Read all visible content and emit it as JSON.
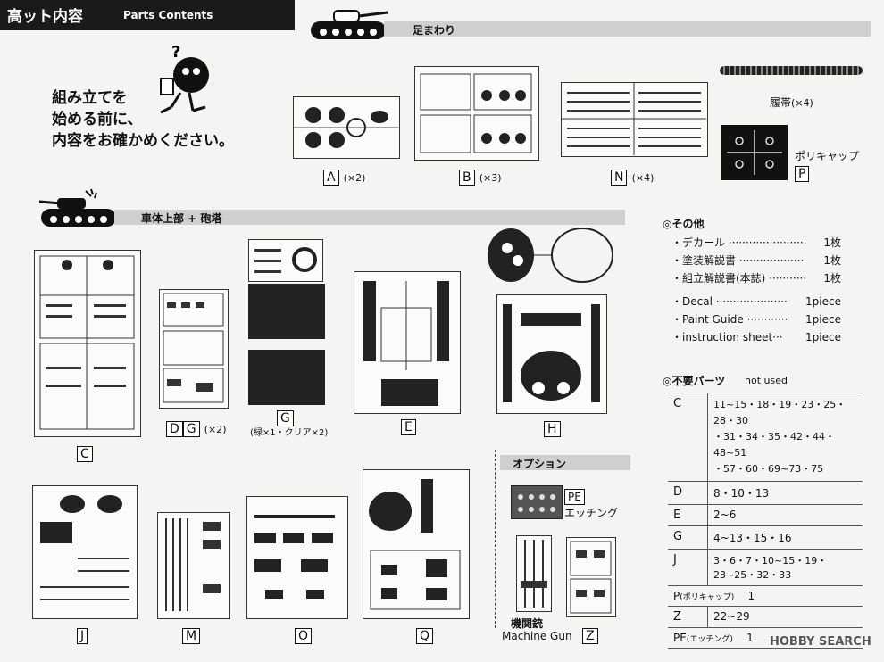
{
  "header": {
    "title_ja": "高ット内容",
    "title_en": "Parts Contents"
  },
  "intro": {
    "line1": "組み立てを",
    "line2": "始める前に、",
    "line3": "内容をお確かめください。"
  },
  "section_suspension": {
    "title": "足まわり"
  },
  "section_hull": {
    "title": "車体上部 + 砲塔"
  },
  "sprues": {
    "A": {
      "label": "A",
      "count": "(×2)"
    },
    "B": {
      "label": "B",
      "count": "(×3)"
    },
    "N": {
      "label": "N",
      "count": "(×4)"
    },
    "track": {
      "label": "履帯",
      "count": "(×4)"
    },
    "P": {
      "label": "P",
      "name": "ポリキャップ"
    },
    "C": {
      "label": "C"
    },
    "D": {
      "label": "D"
    },
    "G": {
      "label": "G",
      "count": "(×2)",
      "note": "(緑×1・クリア×2)"
    },
    "E": {
      "label": "E"
    },
    "H": {
      "label": "H"
    },
    "J": {
      "label": "J"
    },
    "M": {
      "label": "M"
    },
    "O": {
      "label": "O"
    },
    "Q": {
      "label": "Q"
    },
    "Z": {
      "label": "Z"
    }
  },
  "option": {
    "title": "オプション",
    "pe_label": "PE",
    "pe_name": "エッチング",
    "gun_ja": "機関銃",
    "gun_en": "Machine Gun"
  },
  "others": {
    "title": "◎その他",
    "items": [
      {
        "name": "・デカール ···························",
        "qty": "1枚"
      },
      {
        "name": "・塗装解説書 ·······················",
        "qty": "1枚"
      },
      {
        "name": "・組立解説書(本誌) ·················",
        "qty": "1枚"
      },
      {
        "name": "・Decal ··························",
        "qty": "1piece"
      },
      {
        "name": "・Paint Guide ····················",
        "qty": "1piece"
      },
      {
        "name": "・instruction sheet···",
        "qty": "1piece"
      }
    ]
  },
  "not_used": {
    "title": "◎不要パーツ",
    "subtitle": "not used",
    "rows": [
      {
        "key": "C",
        "value": "11~15・18・19・23・25・28・30\n・31・34・35・42・44・48~51\n・57・60・69~73・75"
      },
      {
        "key": "D",
        "value": "8・10・13"
      },
      {
        "key": "E",
        "value": "2~6"
      },
      {
        "key": "G",
        "value": "4~13・15・16"
      },
      {
        "key": "J",
        "value": "3・6・7・10~15・19・23~25・32・33"
      },
      {
        "key": "P",
        "key_note": "(ポリキャップ)",
        "value": "1"
      },
      {
        "key": "Z",
        "value": "22~29"
      },
      {
        "key": "PE",
        "key_note": "(エッチング)",
        "value": "1"
      }
    ]
  },
  "watermark": {
    "brand": "HOBBY SEARCH"
  }
}
